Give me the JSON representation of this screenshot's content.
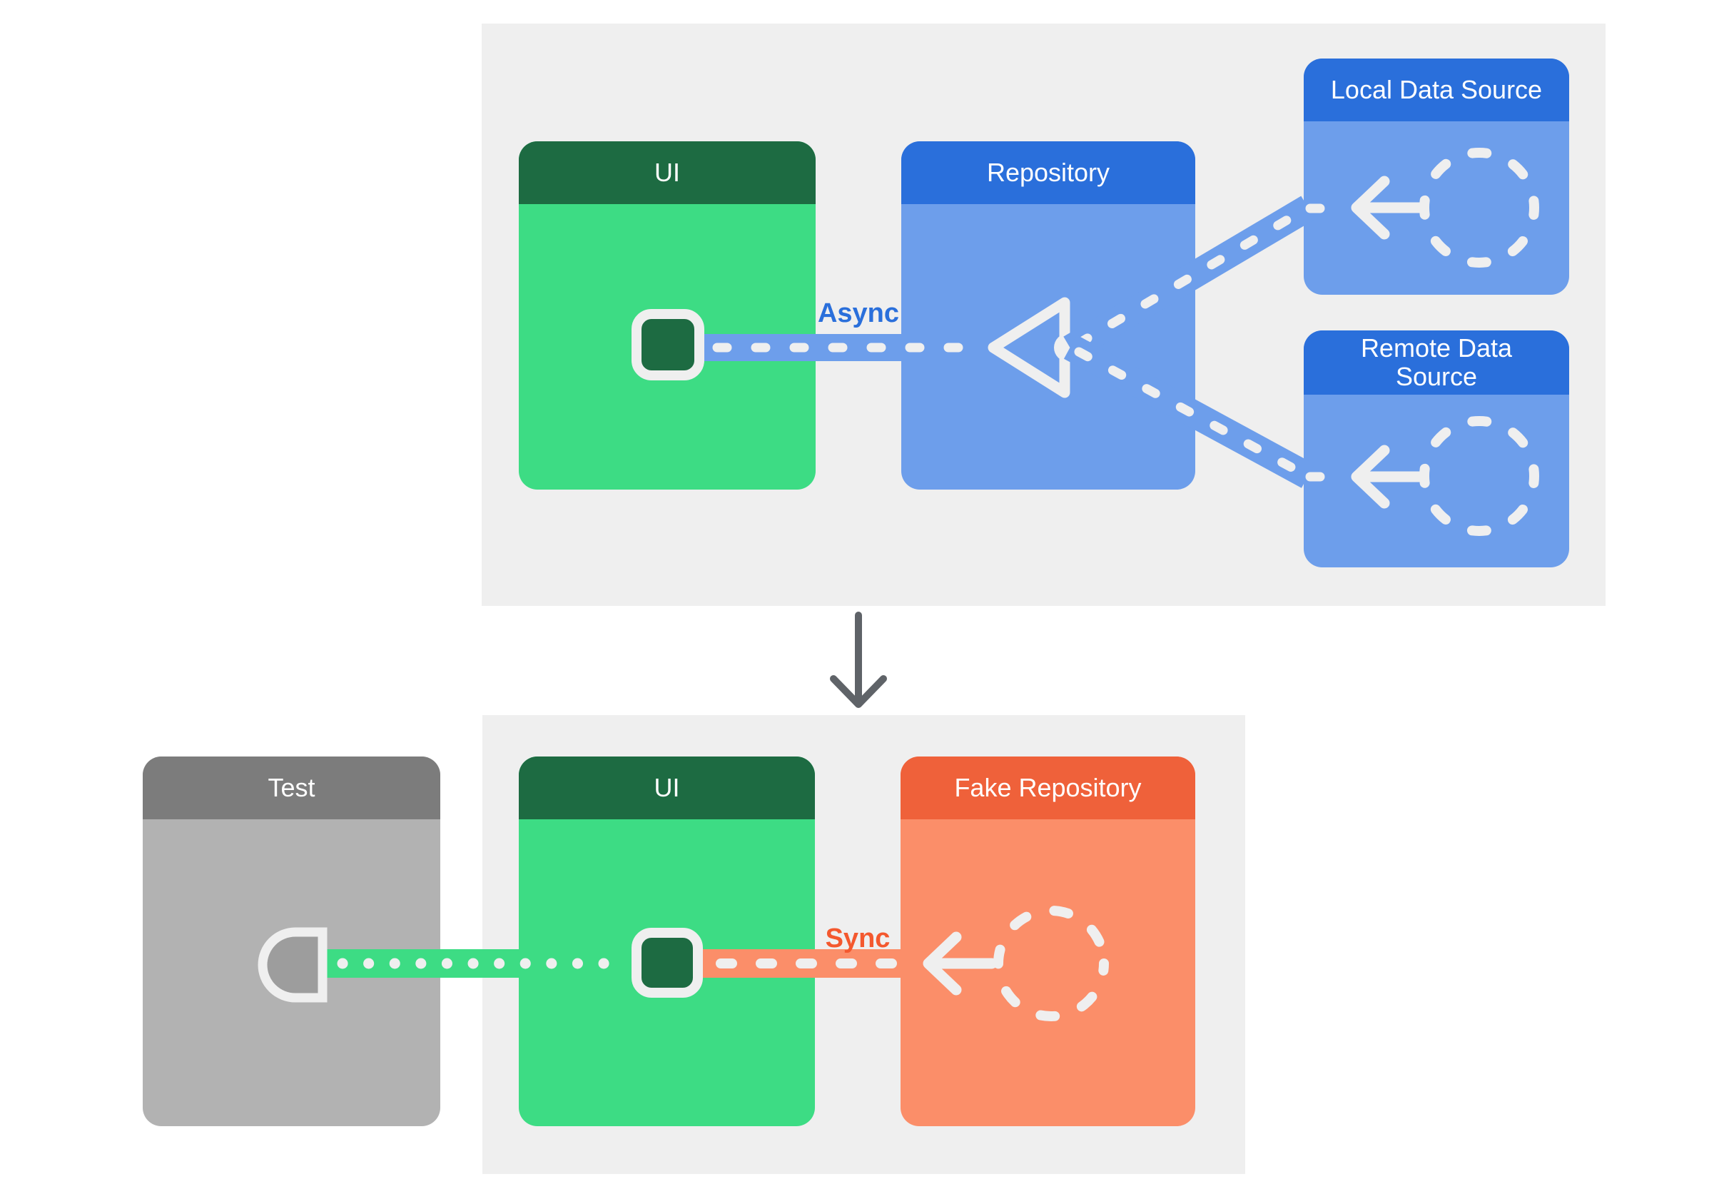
{
  "colors": {
    "page_bg": "#ffffff",
    "panel_bg": "#efefef",
    "connector_ink": "#efefef",
    "green_body": "#3ddc84",
    "green_dark": "#1d6b42",
    "blue_body": "#6d9eeb",
    "blue_header": "#2a6fdb",
    "orange_body": "#fb8e69",
    "orange_header": "#ef613a",
    "gray_body": "#b2b2b2",
    "gray_header": "#7c7c7c",
    "gray_socket_fill": "#9d9d9d",
    "flow_arrow_gray": "#5f6368",
    "async_label_color": "#2a6fdb",
    "sync_label_color": "#f4582e"
  },
  "top_panel": {
    "cards": {
      "ui": {
        "label": "UI"
      },
      "repository": {
        "label": "Repository"
      },
      "local_data_source": {
        "label": "Local Data Source"
      },
      "remote_data_source": {
        "label": "Remote Data Source"
      }
    },
    "connection_label": "Async"
  },
  "bottom_panel": {
    "cards": {
      "test": {
        "label": "Test"
      },
      "ui": {
        "label": "UI"
      },
      "fake_repository": {
        "label": "Fake Repository"
      }
    },
    "connection_label": "Sync"
  }
}
